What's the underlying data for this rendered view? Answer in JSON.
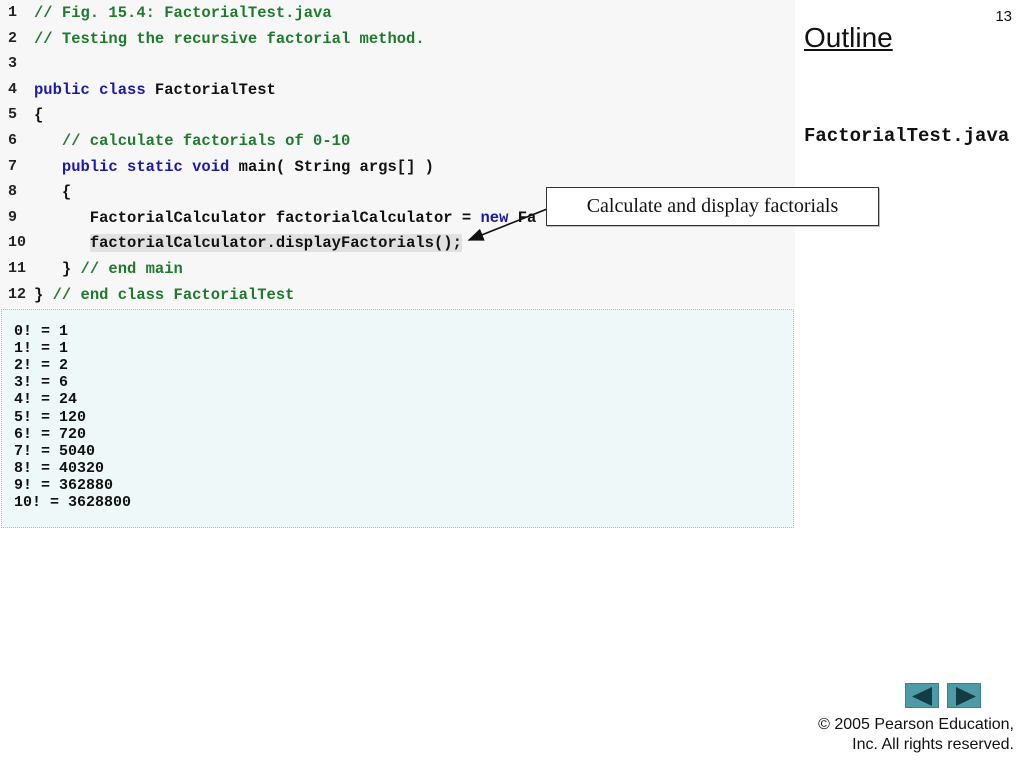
{
  "slide_number": "13",
  "outline_title": "Outline",
  "file_label": "FactorialTest.java",
  "callout_text": "Calculate and display factorials",
  "code_lines": [
    {
      "num": "1",
      "segments": [
        {
          "t": "// Fig. 15.4: FactorialTest.java",
          "c": "comment"
        }
      ]
    },
    {
      "num": "2",
      "segments": [
        {
          "t": "// Testing the recursive factorial method.",
          "c": "comment"
        }
      ]
    },
    {
      "num": "3",
      "segments": []
    },
    {
      "num": "4",
      "segments": [
        {
          "t": "public class ",
          "c": "kw"
        },
        {
          "t": "FactorialTest",
          "c": "plain"
        }
      ]
    },
    {
      "num": "5",
      "segments": [
        {
          "t": "{",
          "c": "plain"
        }
      ]
    },
    {
      "num": "6",
      "segments": [
        {
          "t": "   // calculate factorials of 0-10",
          "c": "comment"
        }
      ]
    },
    {
      "num": "7",
      "segments": [
        {
          "t": "   public static void ",
          "c": "kw"
        },
        {
          "t": "main( String args[] )",
          "c": "plain"
        }
      ]
    },
    {
      "num": "8",
      "segments": [
        {
          "t": "   {",
          "c": "plain"
        }
      ]
    },
    {
      "num": "9",
      "segments": [
        {
          "t": "      FactorialCalculator factorialCalculator = ",
          "c": "plain"
        },
        {
          "t": "new ",
          "c": "kw"
        },
        {
          "t": "Fa",
          "c": "plain"
        }
      ]
    },
    {
      "num": "10",
      "segments": [
        {
          "t": "      ",
          "c": "plain"
        },
        {
          "t": "factorialCalculator.displayFactorials();",
          "c": "plain hl"
        }
      ]
    },
    {
      "num": "11",
      "segments": [
        {
          "t": "   } ",
          "c": "plain"
        },
        {
          "t": "// end main",
          "c": "comment"
        }
      ]
    },
    {
      "num": "12",
      "segments": [
        {
          "t": "} ",
          "c": "plain"
        },
        {
          "t": "// end class FactorialTest",
          "c": "comment"
        }
      ]
    }
  ],
  "output_lines": [
    "0! = 1",
    "1! = 1",
    "2! = 2",
    "3! = 6",
    "4! = 24",
    "5! = 120",
    "6! = 720",
    "7! = 5040",
    "8! = 40320",
    "9! = 362880",
    "10! = 3628800"
  ],
  "nav": {
    "prev_icon": "triangle-left-icon",
    "next_icon": "triangle-right-icon"
  },
  "copyright": {
    "line1": "© 2005 Pearson Education,",
    "line2": "Inc.  All rights reserved."
  },
  "colors": {
    "comment": "#1f7a2e",
    "keyword": "#1a1aa6",
    "nav_button": "#4d9ba7",
    "output_background": "#eef8f8"
  }
}
